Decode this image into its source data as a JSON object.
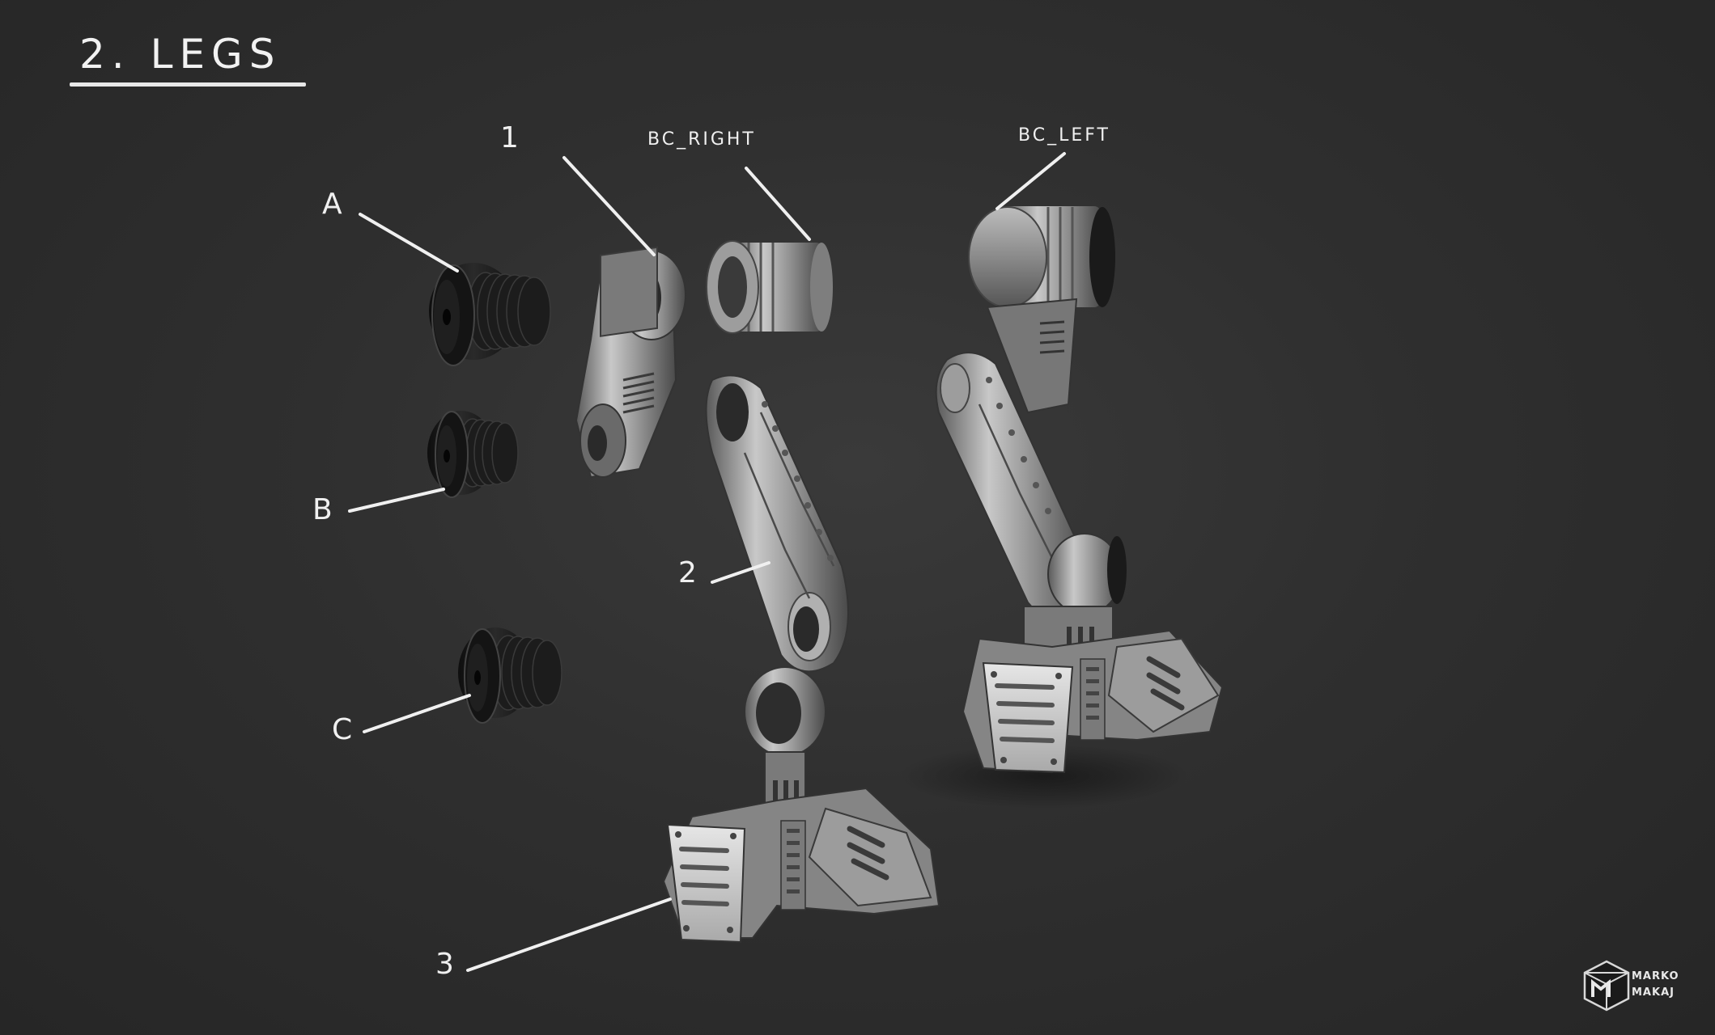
{
  "title": "2. LEGS",
  "labels": {
    "a": "A",
    "b": "B",
    "c": "C",
    "one": "1",
    "two": "2",
    "three": "3",
    "bc_right": "BC_RIGHT",
    "bc_left": "BC_LEFT"
  },
  "logo": {
    "line1": "MARKO",
    "line2": "MAKAJ"
  },
  "colors": {
    "background": "#2f2f2f",
    "text": "#f0f0f0",
    "metal": "#9a9a9a",
    "dark_part": "#1a1a1a"
  }
}
